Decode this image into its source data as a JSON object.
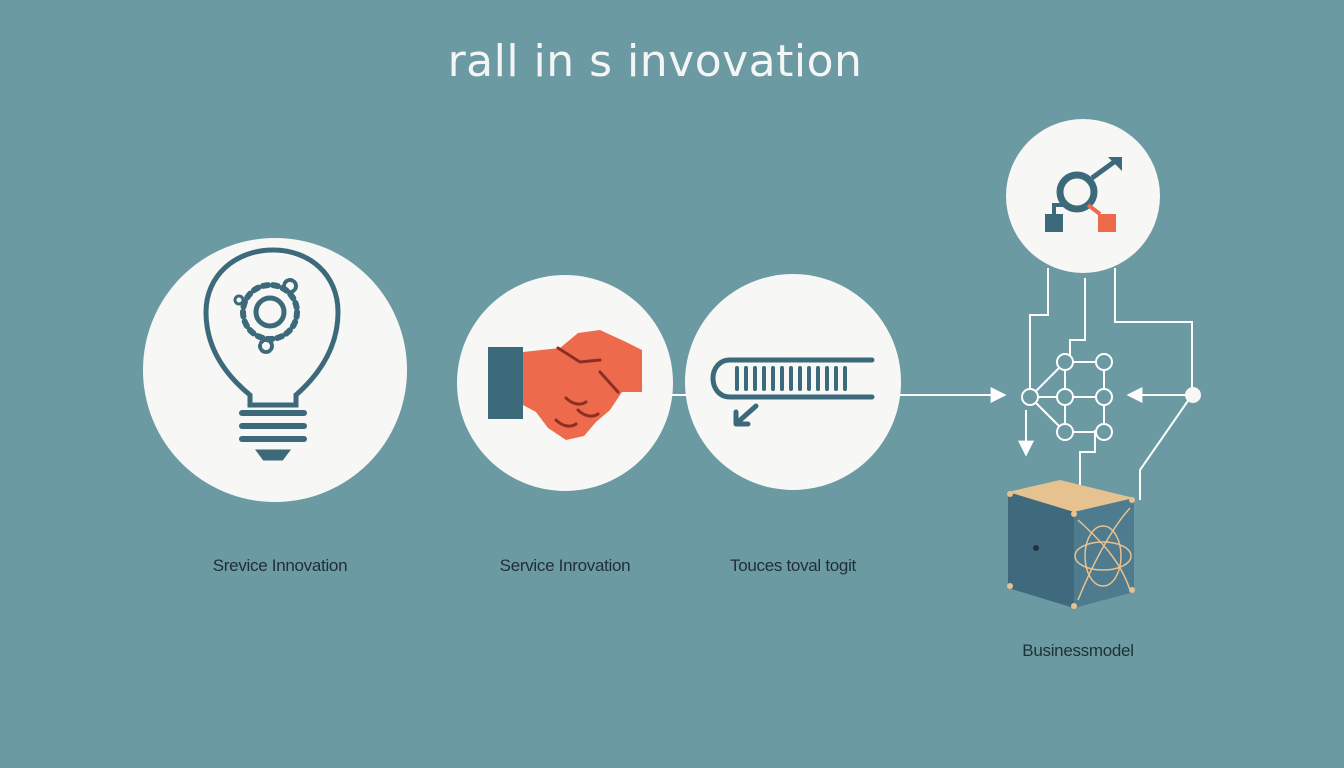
{
  "title": "rall in s invovation",
  "stages": [
    {
      "label": "Srevice Innovation",
      "icon": "lightbulb-gear-icon"
    },
    {
      "label": "Service Inrovation",
      "icon": "handshake-icon"
    },
    {
      "label": "Touces toval togit",
      "icon": "progress-bar-icon"
    }
  ],
  "business_model": {
    "label": "Businessmodel",
    "icons": [
      "network-nodes-icon",
      "node-grid-icon",
      "cube-icon"
    ]
  },
  "colors": {
    "background": "#6c9aa2",
    "circle_fill": "#f7f7f5",
    "icon_dark": "#3d6a7b",
    "accent": "#ee6a4d",
    "cube_top": "#e7c291",
    "text": "#1f2f36",
    "title": "#f4f6f6"
  }
}
